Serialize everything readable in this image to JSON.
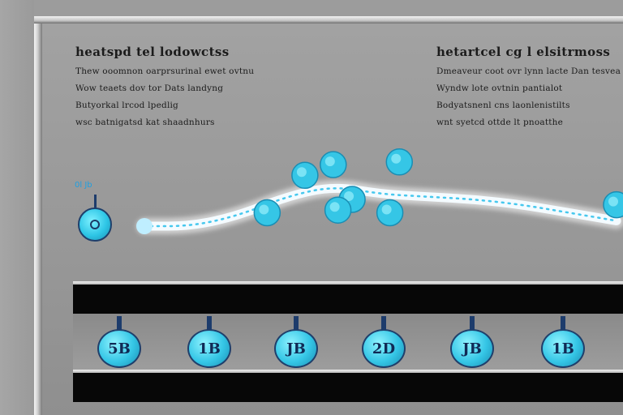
{
  "panel_left": {
    "title": "heatspd tel lodowctss",
    "lines": [
      "Thew ooomnon oarprsurinal ewet ovtnu",
      "Wow teaets dov tor Dats landyng",
      "Butyorkal lrcod lpedlig",
      "wsc batnigatsd kat shaadnhurs"
    ]
  },
  "panel_right": {
    "title": "hetartcel cg l elsitrmoss",
    "lines": [
      "Dmeaveur coot ovr lynn lacte Dan tesvea",
      "Wyndw lote ovtnin pantialot",
      "Bodyatsnenl cns laonlenistilts",
      "wnt syetcd ottde lt pnoatthe"
    ]
  },
  "indicator": {
    "label": "0l Jb"
  },
  "counters": [
    {
      "value": "5B"
    },
    {
      "value": "1B"
    },
    {
      "value": "JB"
    },
    {
      "value": "2D"
    },
    {
      "value": "JB"
    },
    {
      "value": "1B"
    }
  ],
  "colors": {
    "bead": "#35c6e6",
    "bead_outline": "#1f3f6b",
    "trail": "#ffffff",
    "accent_label": "#1f9fe0"
  },
  "icons": {
    "indicator": "knob-icon",
    "counter": "bead-icon"
  },
  "chart_data": {
    "type": "line",
    "series": [
      {
        "x": [
          1,
          2,
          3,
          4,
          5,
          6,
          7,
          8,
          9,
          10,
          11
        ],
        "values": [
          2.0,
          2.0,
          2.4,
          3.1,
          3.5,
          3.2,
          3.1,
          3.0,
          2.8,
          2.5,
          2.2
        ]
      }
    ],
    "points": [
      {
        "x": 4.4,
        "y": 3.9
      },
      {
        "x": 5.0,
        "y": 4.3
      },
      {
        "x": 5.4,
        "y": 3.0
      },
      {
        "x": 5.1,
        "y": 2.6
      },
      {
        "x": 3.6,
        "y": 2.5
      },
      {
        "x": 6.4,
        "y": 4.4
      },
      {
        "x": 6.2,
        "y": 2.5
      },
      {
        "x": 11.0,
        "y": 2.8
      }
    ],
    "xlim": [
      1,
      11
    ],
    "ylim": [
      0,
      5
    ],
    "grid": false
  }
}
